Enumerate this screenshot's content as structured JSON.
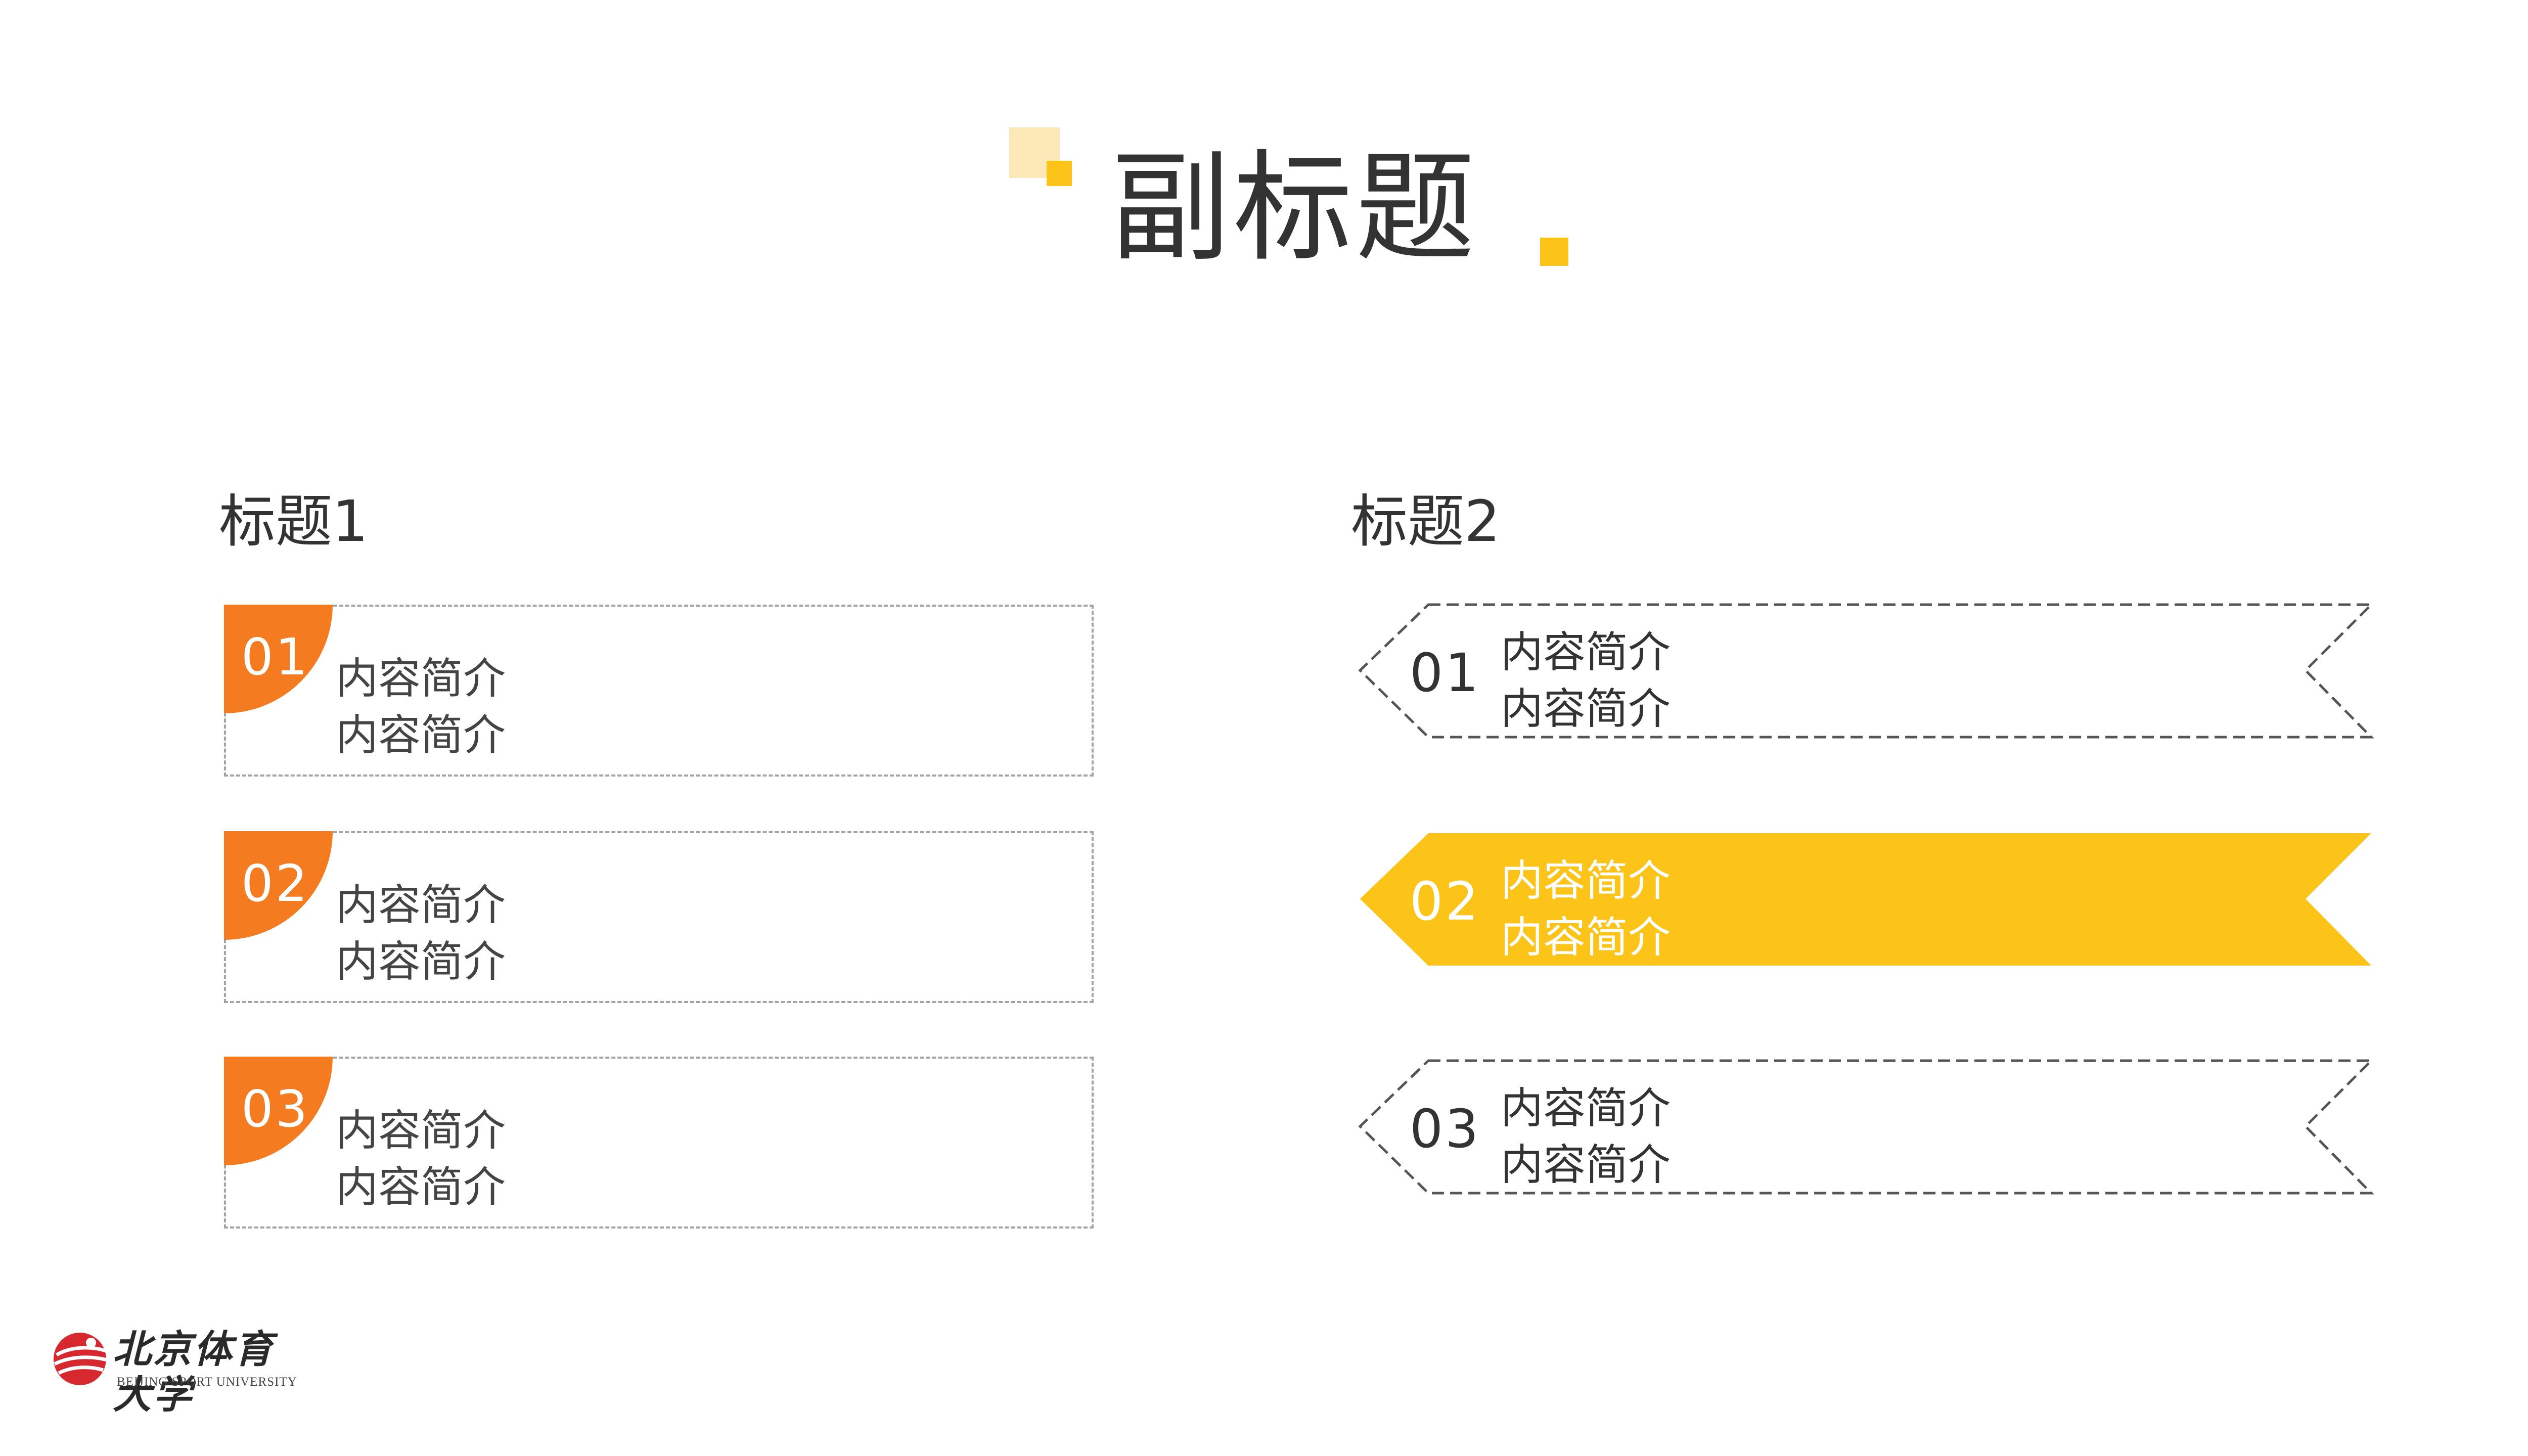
{
  "title": "副标题",
  "accent_colors": {
    "orange": "#f47b20",
    "yellow": "#fcc419",
    "pale_yellow": "#fde9b8"
  },
  "section_left": {
    "heading": "标题1",
    "items": [
      {
        "number": "01",
        "line1": "内容简介",
        "line2": "内容简介"
      },
      {
        "number": "02",
        "line1": "内容简介",
        "line2": "内容简介"
      },
      {
        "number": "03",
        "line1": "内容简介",
        "line2": "内容简介"
      }
    ]
  },
  "section_right": {
    "heading": "标题2",
    "items": [
      {
        "number": "01",
        "line1": "内容简介",
        "line2": "内容简介",
        "highlighted": false
      },
      {
        "number": "02",
        "line1": "内容简介",
        "line2": "内容简介",
        "highlighted": true
      },
      {
        "number": "03",
        "line1": "内容简介",
        "line2": "内容简介",
        "highlighted": false
      }
    ]
  },
  "logo": {
    "name_cn": "北京体育大学",
    "name_en": "BEIJING SPORT UNIVERSITY",
    "icon": "bsu-logo-icon"
  }
}
